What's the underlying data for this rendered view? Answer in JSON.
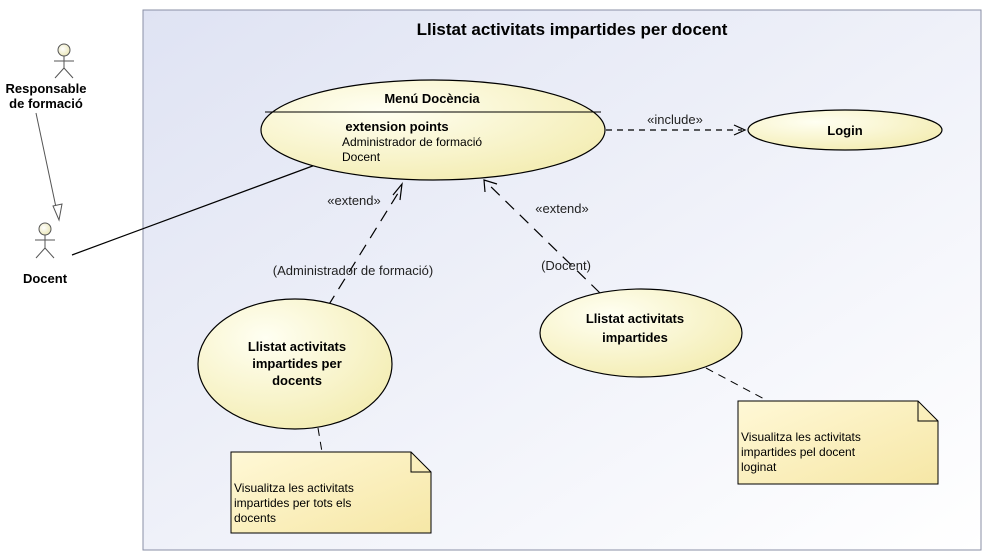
{
  "title": "Llistat activitats impartides per docent",
  "actors": {
    "responsable": [
      "Responsable",
      "de formació"
    ],
    "docent": "Docent"
  },
  "use_cases": {
    "menu": {
      "name": "Menú Docència",
      "ext_header": "extension points",
      "ext_points": [
        "Administrador de formació",
        "Docent"
      ]
    },
    "login": "Login",
    "llistat_per_docents": [
      "Llistat activitats",
      "impartides per",
      "docents"
    ],
    "llistat_impartides": [
      "Llistat activitats",
      "impartides"
    ]
  },
  "relations": {
    "include": "«include»",
    "extend_left": "«extend»",
    "extend_right": "«extend»",
    "cond_left": "(Administrador de formació)",
    "cond_right": "(Docent)"
  },
  "notes": {
    "left": [
      "Visualitza les activitats",
      "impartides per tots els",
      "docents"
    ],
    "right": [
      "Visualitza les activitats",
      "impartides pel docent",
      "loginat"
    ]
  },
  "colors": {
    "ellipse_fill": "#fbf7c5",
    "note_fill": "#fdf3c4",
    "frame_fill": "#e4e8f6",
    "stroke": "#000000"
  }
}
